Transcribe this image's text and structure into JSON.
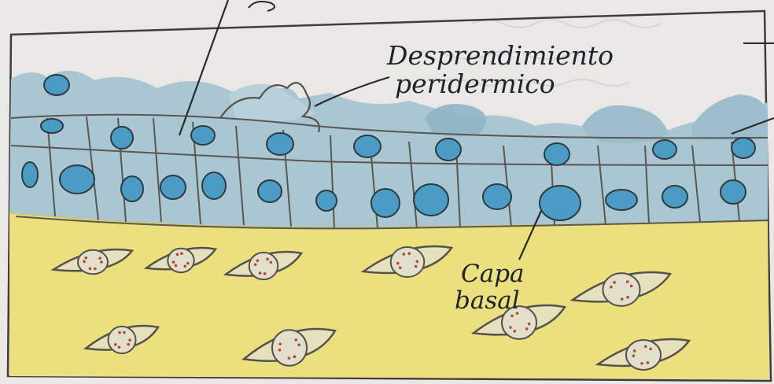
{
  "labels": {
    "peridermal_line1": "Desprendimiento",
    "peridermal_line2": "peridermico",
    "basal_line1": "Capa",
    "basal_line2": "basal"
  },
  "colors": {
    "paper": "#e9e7e3",
    "epithelium": "#aac6d2",
    "epithelium_dark": "#8fb4c6",
    "nucleus": "#4a9cc4",
    "mesenchyme": "#ece07e",
    "cell_outline": "#56514a",
    "granule": "#b24a32",
    "ink": "#1e2330"
  },
  "icons": [
    "hand-drawn-nucleus",
    "mesenchymal-cell"
  ]
}
